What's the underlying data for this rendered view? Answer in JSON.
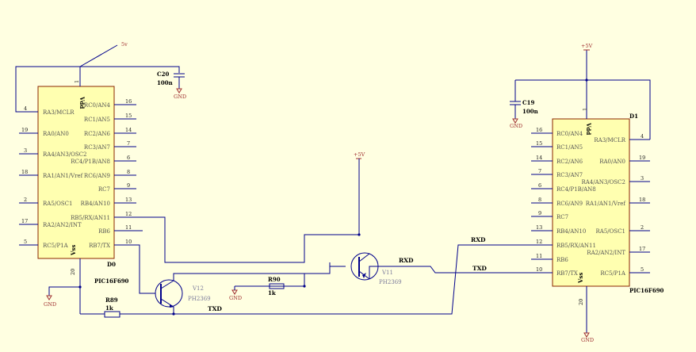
{
  "power": {
    "vcc_label": "5v",
    "vcc_label_mid": "+5V",
    "vcc_label_right": "+5V",
    "gnd_label": "GND"
  },
  "chips": {
    "d0": {
      "designator": "D0",
      "part": "PIC16F690",
      "vdd": "Vdd",
      "vss": "Vss",
      "vdd_num": "1",
      "vss_num": "20",
      "left_pins": [
        {
          "num": "4",
          "name": "RA3/MCLR"
        },
        {
          "num": "19",
          "name": "RA0/AN0"
        },
        {
          "num": "3",
          "name": "RA4/AN3/OSC2"
        },
        {
          "num": "18",
          "name": "RA1/AN1/Vref"
        },
        {
          "num": "2",
          "name": "RA5/OSC1"
        },
        {
          "num": "17",
          "name": "RA2/AN2/INT"
        },
        {
          "num": "5",
          "name": "RC5/P1A"
        }
      ],
      "right_pins": [
        {
          "num": "16",
          "name": "RC0/AN4"
        },
        {
          "num": "15",
          "name": "RC1/AN5"
        },
        {
          "num": "14",
          "name": "RC2/AN6"
        },
        {
          "num": "7",
          "name": "RC3/AN7"
        },
        {
          "num": "6",
          "name": "RC4/P1B/AN8"
        },
        {
          "num": "8",
          "name": "RC6/AN9"
        },
        {
          "num": "9",
          "name": "RC7"
        },
        {
          "num": "13",
          "name": "RB4/AN10"
        },
        {
          "num": "12",
          "name": "RB5/RX/AN11"
        },
        {
          "num": "11",
          "name": "RB6"
        },
        {
          "num": "10",
          "name": "RB7/TX"
        }
      ]
    },
    "d1": {
      "designator": "D1",
      "part": "PIC16F690",
      "vdd": "Vdd",
      "vss": "Vss",
      "vdd_num": "1",
      "vss_num": "20",
      "left_pins": [
        {
          "num": "16",
          "name": "RC0/AN4"
        },
        {
          "num": "15",
          "name": "RC1/AN5"
        },
        {
          "num": "14",
          "name": "RC2/AN6"
        },
        {
          "num": "7",
          "name": "RC3/AN7"
        },
        {
          "num": "6",
          "name": "RC4/P1B/AN8"
        },
        {
          "num": "8",
          "name": "RC6/AN9"
        },
        {
          "num": "9",
          "name": "RC7"
        },
        {
          "num": "13",
          "name": "RB4/AN10"
        },
        {
          "num": "12",
          "name": "RB5/RX/AN11"
        },
        {
          "num": "11",
          "name": "RB6"
        },
        {
          "num": "10",
          "name": "RB7/TX"
        }
      ],
      "right_pins": [
        {
          "num": "4",
          "name": "RA3/MCLR"
        },
        {
          "num": "19",
          "name": "RA0/AN0"
        },
        {
          "num": "3",
          "name": "RA4/AN3/OSC2"
        },
        {
          "num": "18",
          "name": "RA1/AN1/Vref"
        },
        {
          "num": "2",
          "name": "RA5/OSC1"
        },
        {
          "num": "17",
          "name": "RA2/AN2/INT"
        },
        {
          "num": "5",
          "name": "RC5/P1A"
        }
      ]
    }
  },
  "caps": {
    "c20": {
      "name": "C20",
      "value": "100n"
    },
    "c19": {
      "name": "C19",
      "value": "100n"
    }
  },
  "transistors": {
    "v12": {
      "name": "V12",
      "part": "PH2369"
    },
    "v11": {
      "name": "V11",
      "part": "PH2369"
    }
  },
  "resistors": {
    "r89": {
      "name": "R89",
      "value": "1k"
    },
    "r90": {
      "name": "R90",
      "value": "1k"
    }
  },
  "nets": {
    "txd_bottom": "TXD",
    "rxd_mid": "RXD",
    "rxd_right": "RXD",
    "txd_right": "TXD"
  },
  "colors": {
    "background": "#FFFFE1",
    "chip_fill": "#FFFFB0",
    "chip_border": "#8B2500",
    "wire": "#00008B",
    "power": "#A03030"
  }
}
